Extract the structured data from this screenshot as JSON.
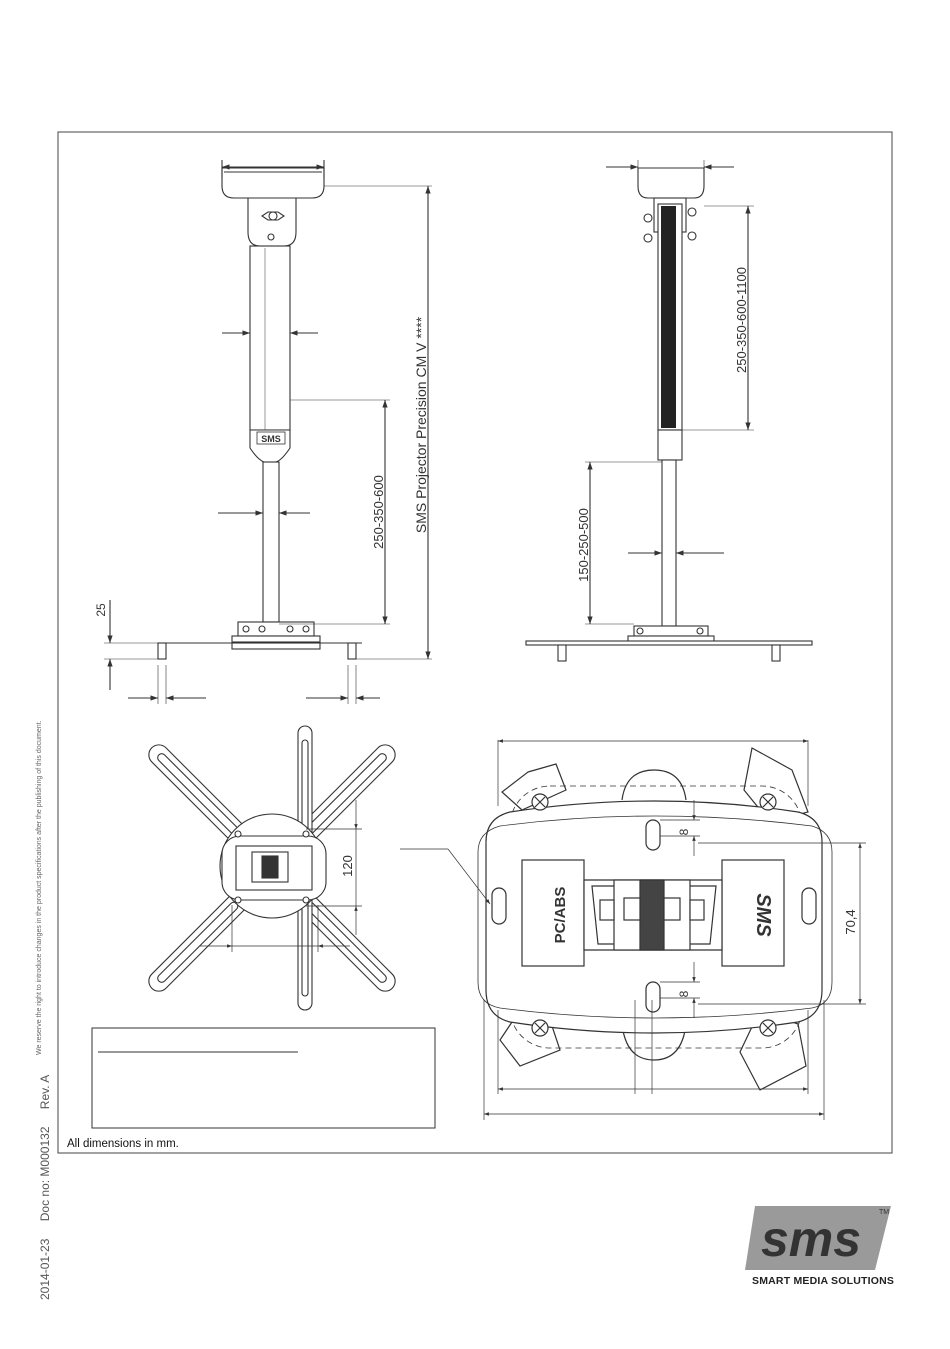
{
  "meta": {
    "date": "2014-01-23",
    "doc_no": "Doc no: M000132",
    "rev": "Rev. A",
    "disclaimer": "We reserve the right to introduce changes in the product specifications after the publishing of this document."
  },
  "footnote": "All dimensions in mm.",
  "front_view": {
    "product_name": "SMS Projector Precision CM V ****",
    "height_range": "250-350-600",
    "base_dim": "25",
    "logo_text": "SMS"
  },
  "side_view": {
    "upper_range": "250-350-600-1100",
    "lower_range": "150-250-500"
  },
  "plan_view": {
    "dim_120": "120"
  },
  "detail_view": {
    "dim_8_top": "8",
    "dim_8_bottom": "8",
    "dim_70_4": "70,4",
    "material": "PC/ABS",
    "logo_text": "SMS"
  },
  "brand": {
    "logo": "sms",
    "tagline": "SMART MEDIA SOLUTIONS",
    "tm": "TM"
  },
  "colors": {
    "line": "#333333",
    "logo_gray": "#9a9a9a"
  }
}
